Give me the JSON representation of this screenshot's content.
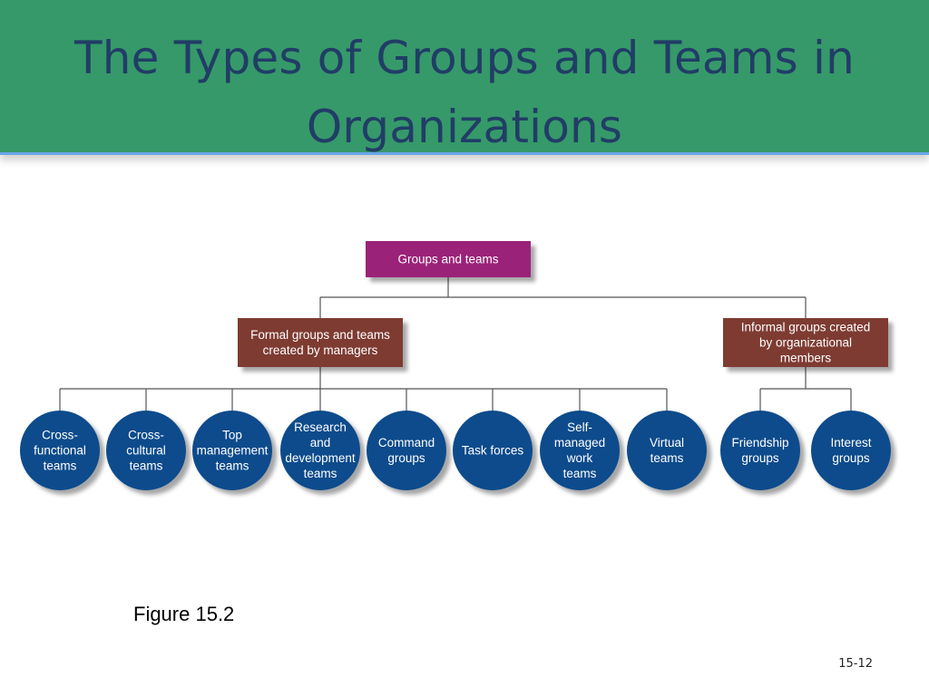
{
  "slide": {
    "title": "The Types of Groups and Teams in Organizations",
    "caption": "Figure 15.2",
    "slide_number": "15-12"
  },
  "colors": {
    "header": "#36996a",
    "title_text": "#213d66",
    "root_box": "#9b2379",
    "category_box": "#7e3b30",
    "leaf_circle": "#0f4c8c",
    "connector": "#555555"
  },
  "diagram": {
    "root": {
      "label": [
        "Groups and teams"
      ]
    },
    "categories": [
      {
        "label": [
          "Formal groups and teams",
          "created by managers"
        ],
        "children": [
          {
            "label": [
              "Cross-",
              "functional",
              "teams"
            ]
          },
          {
            "label": [
              "Cross-",
              "cultural",
              "teams"
            ]
          },
          {
            "label": [
              "Top",
              "management",
              "teams"
            ]
          },
          {
            "label": [
              "Research",
              "and",
              "development",
              "teams"
            ]
          },
          {
            "label": [
              "Command",
              "groups"
            ]
          },
          {
            "label": [
              "Task forces"
            ]
          },
          {
            "label": [
              "Self-",
              "managed",
              "work",
              "teams"
            ]
          },
          {
            "label": [
              "Virtual",
              "teams"
            ]
          }
        ]
      },
      {
        "label": [
          "Informal groups created",
          "by organizational",
          "members"
        ],
        "children": [
          {
            "label": [
              "Friendship",
              "groups"
            ]
          },
          {
            "label": [
              "Interest",
              "groups"
            ]
          }
        ]
      }
    ]
  }
}
